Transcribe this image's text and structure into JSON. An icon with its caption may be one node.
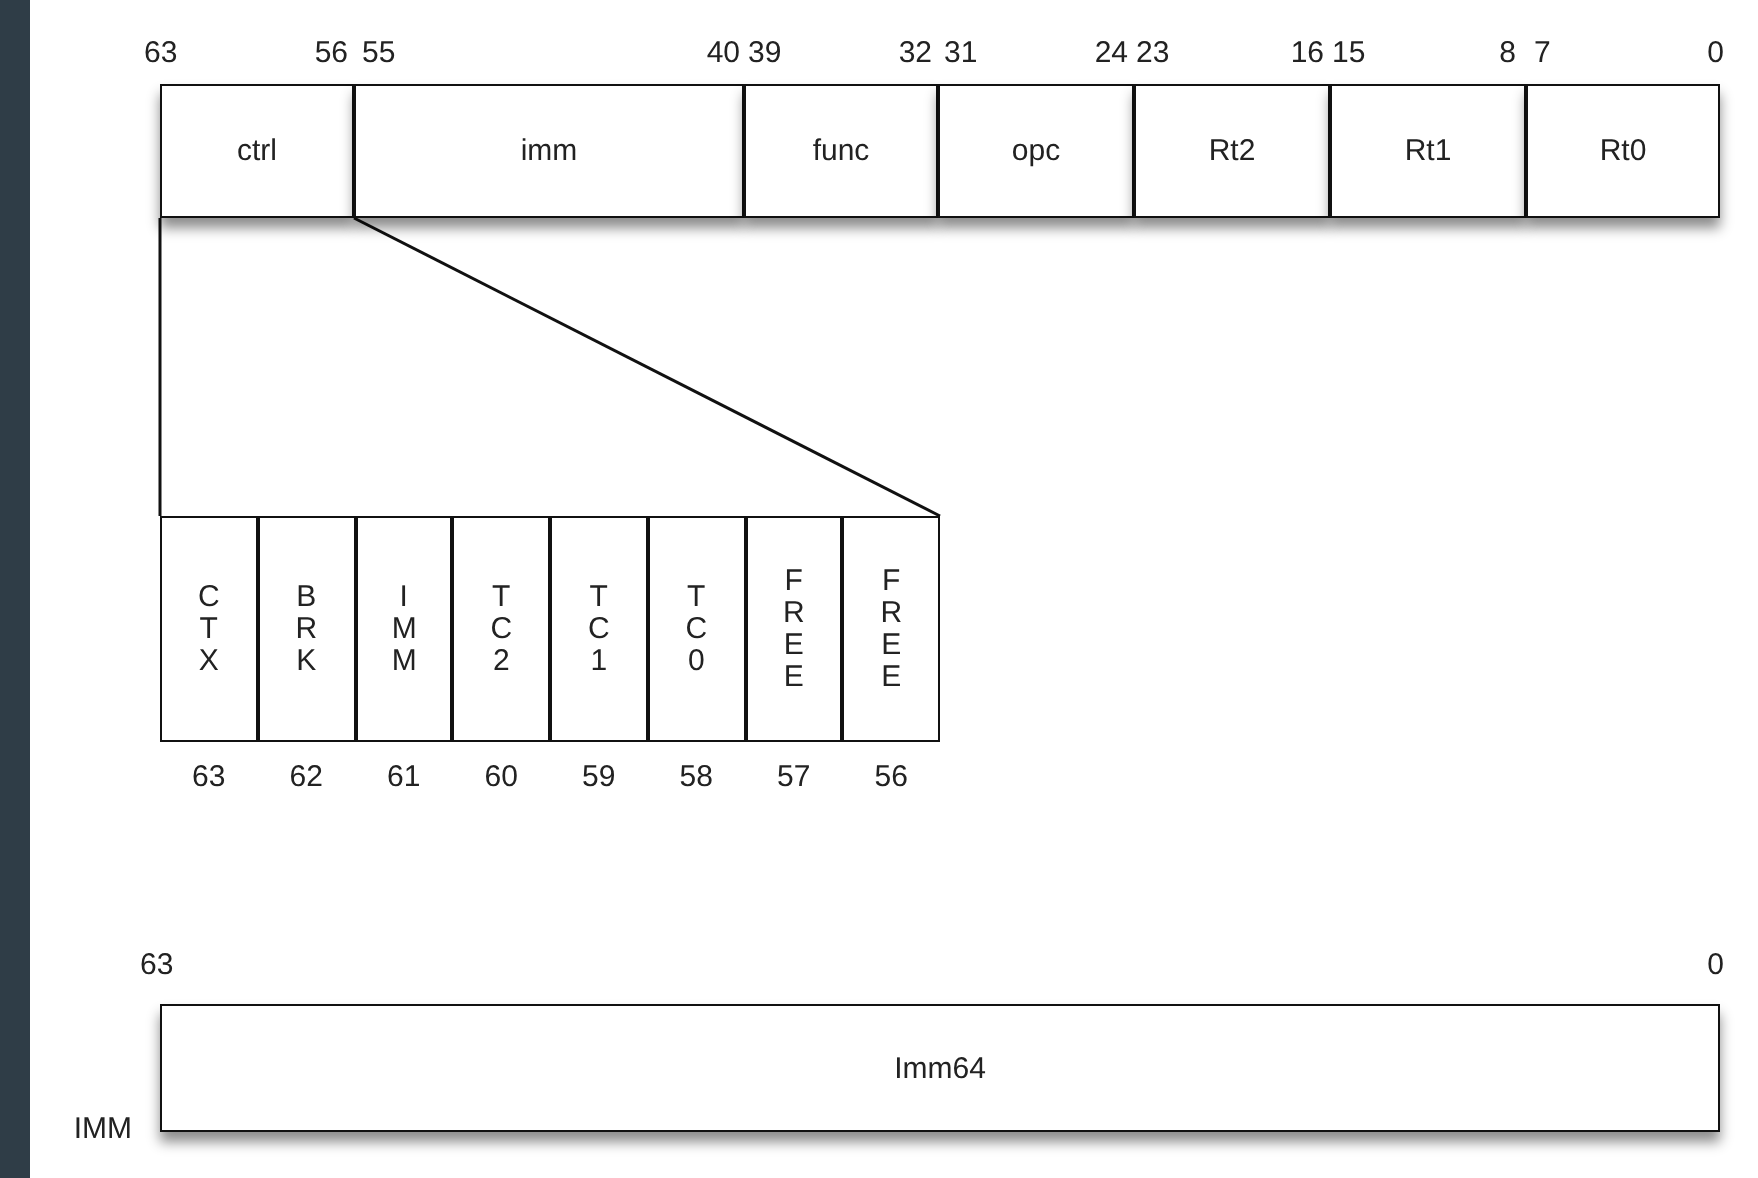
{
  "diagram": {
    "nodes": [
      {
        "text": [
          "ctrl"
        ]
      },
      {
        "text": [
          "imm"
        ]
      },
      {
        "text": [
          "func"
        ]
      },
      {
        "text": [
          "opc"
        ]
      },
      {
        "text": [
          "Rt2"
        ]
      },
      {
        "text": [
          "Rt1"
        ]
      },
      {
        "text": [
          "Rt0"
        ]
      },
      {
        "text": [
          "C T X"
        ]
      },
      {
        "text": [
          "B R K"
        ]
      },
      {
        "text": [
          "I M M"
        ]
      },
      {
        "text": [
          "T C 2"
        ]
      },
      {
        "text": [
          "T C 1"
        ]
      },
      {
        "text": [
          "T C 0"
        ]
      },
      {
        "text": [
          "F R E E"
        ]
      },
      {
        "text": [
          "F R E E"
        ]
      },
      {
        "text": [
          "Imm64"
        ],
        "beside": [
          "IMM"
        ]
      }
    ],
    "edges": [
      {
        "from": 0,
        "to": 7,
        "arrow": "none"
      },
      {
        "from": 0,
        "to": 14,
        "arrow": "none"
      }
    ],
    "labels": [
      "63",
      "56",
      "55",
      "40",
      "39",
      "32",
      "31",
      "24",
      "23",
      "16",
      "15",
      "8",
      "7",
      "0",
      "63",
      "62",
      "61",
      "60",
      "59",
      "58",
      "57",
      "56",
      "63",
      "0"
    ]
  }
}
